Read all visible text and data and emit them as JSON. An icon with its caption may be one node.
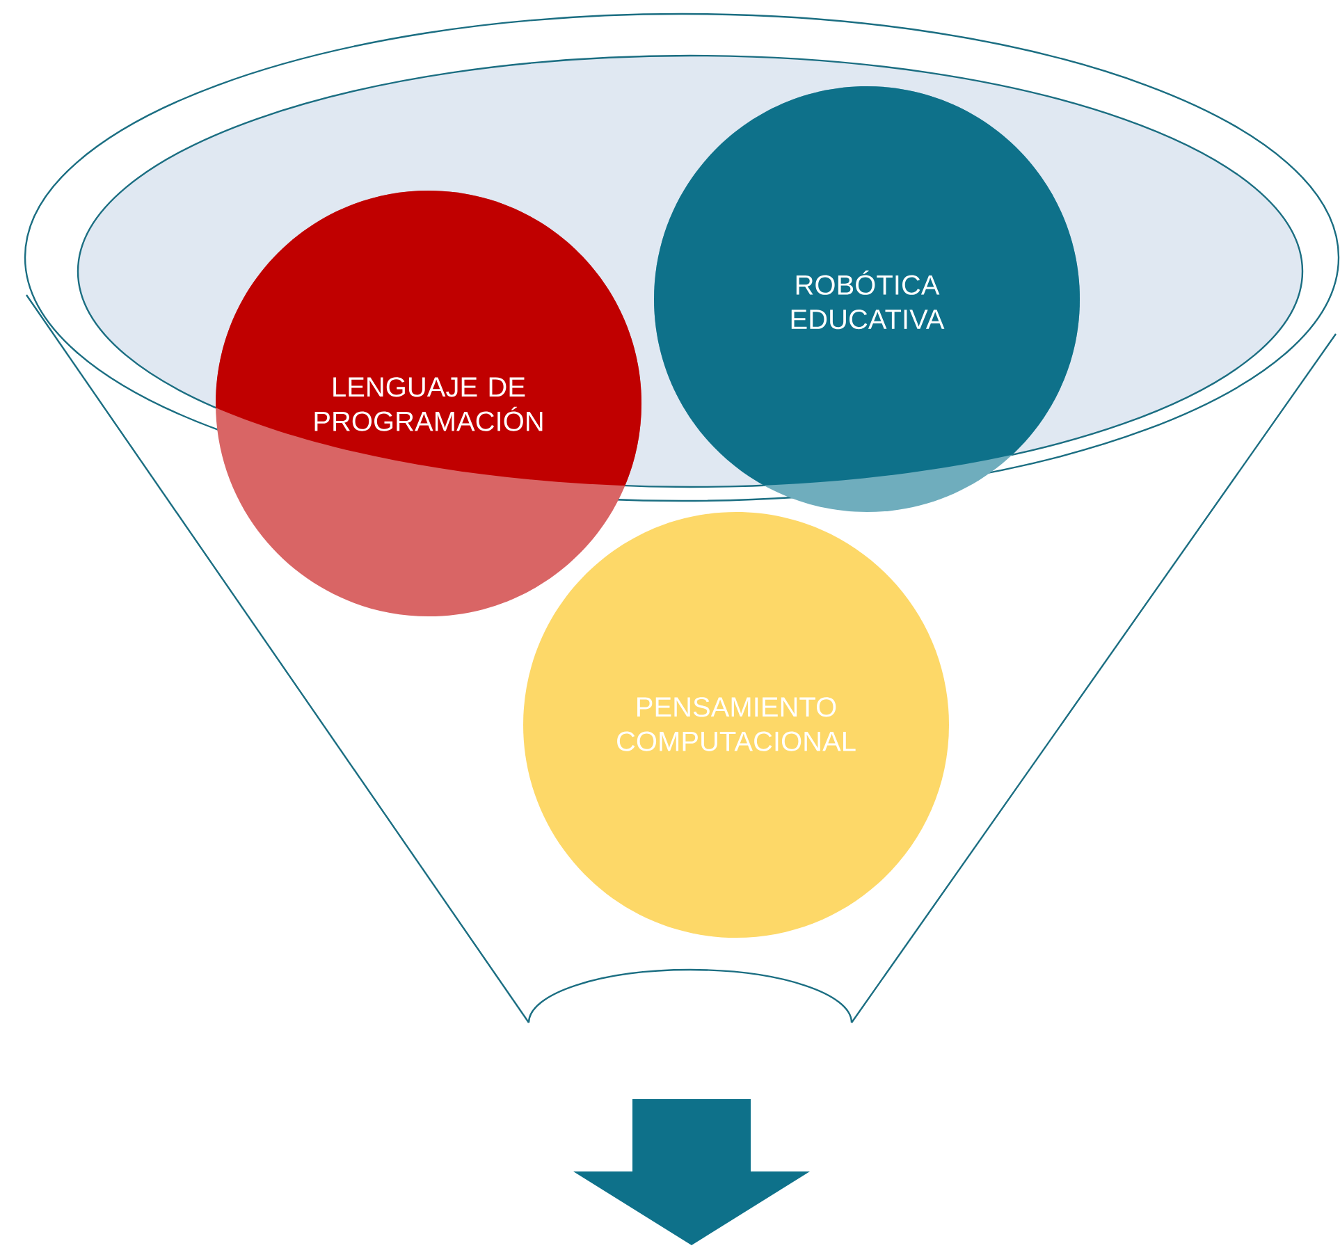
{
  "diagram": {
    "nodes": [
      {
        "text": [],
        "shape": "funnel"
      },
      {
        "text": [
          "LENGUAJE DE PROGRAMACIÓN"
        ],
        "in": 0
      },
      {
        "text": [
          "ROBÓTICA EDUCATIVA"
        ],
        "in": 0
      },
      {
        "text": [
          "PENSAMIENTO COMPUTACIONAL"
        ],
        "in": 0
      }
    ]
  }
}
